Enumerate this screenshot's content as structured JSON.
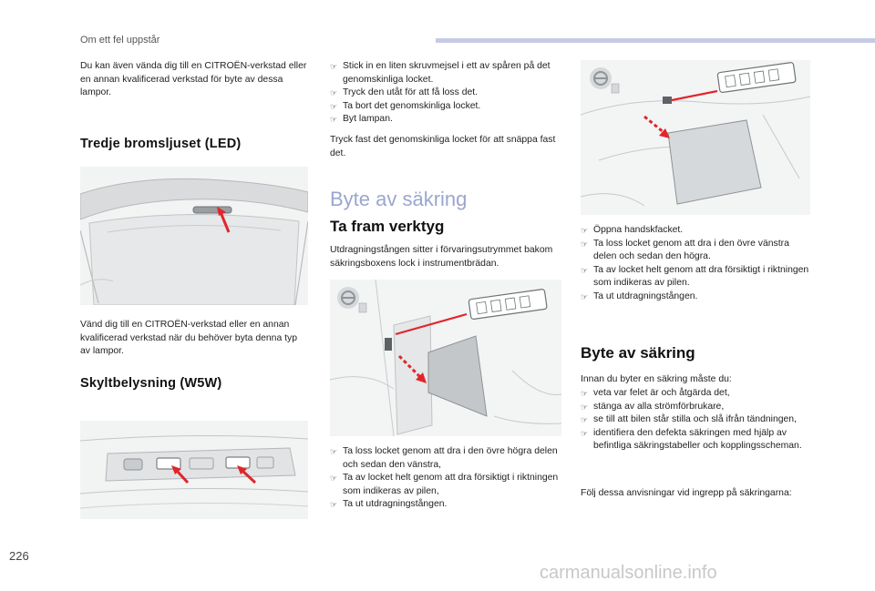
{
  "header": {
    "section_title": "Om ett fel uppstår"
  },
  "col1": {
    "intro": "Du kan även vända dig till en CITROËN-verkstad eller en annan kvalificerad verkstad för byte av dessa lampor.",
    "brake_heading": "Tredje bromsljuset (LED)",
    "brake_text": "Vänd dig till en CITROËN-verkstad eller en annan kvalificerad verkstad när du behöver byta denna typ av lampor.",
    "plate_heading": "Skyltbelysning (W5W)"
  },
  "col2": {
    "bullets_top": [
      "Stick in en liten skruvmejsel i ett av spåren på det genomskinliga locket.",
      "Tryck den utåt för att få loss det.",
      "Ta bort det genomskinliga locket.",
      "Byt lampan."
    ],
    "closing": "Tryck fast det genomskinliga locket för att snäppa fast det.",
    "fuse_heading": "Byte av säkring",
    "tools_heading": "Ta fram verktyg",
    "tools_text": "Utdragningstången sitter i förvaringsutrymmet bakom säkringsboxens lock i instrumentbrädan.",
    "bullets_bottom": [
      "Ta loss locket genom att dra i den övre högra delen och sedan den vänstra,",
      "Ta av locket helt genom att dra försiktigt i riktningen som indikeras av pilen,",
      "Ta ut utdragningstången."
    ]
  },
  "col3": {
    "bullets_top": [
      "Öppna handskfacket.",
      "Ta loss locket genom att dra i den övre vänstra delen och sedan den högra.",
      "Ta av locket helt genom att dra försiktigt i riktningen som indikeras av pilen.",
      "Ta ut utdragningstången."
    ],
    "fuse_heading": "Byte av säkring",
    "before_text": "Innan du byter en säkring måste du:",
    "bullets_before": [
      "veta var felet är och åtgärda det,",
      "stänga av alla strömförbrukare,",
      "se till att bilen står stilla och slå ifrån tändningen,",
      "identifiera den defekta säkringen med hjälp av befintliga säkringstabeller och kopplingsscheman."
    ],
    "follow_text": "Följ dessa anvisningar vid ingrepp på säkringarna:"
  },
  "footer": {
    "page_number": "226",
    "watermark": "carmanualsonline.info"
  },
  "colors": {
    "accent_bar": "#c5cbe6",
    "heading_light": "#9aa6cf",
    "arrow_red": "#e0262b"
  }
}
